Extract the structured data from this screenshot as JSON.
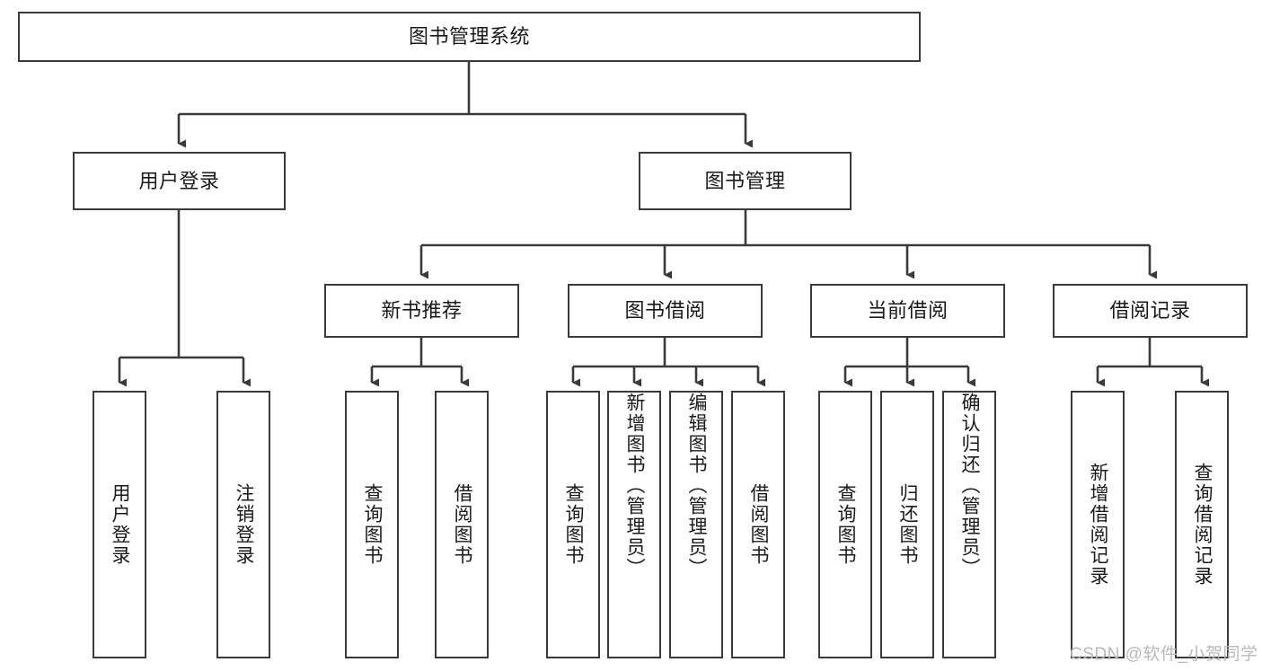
{
  "diagram": {
    "title": "图书管理系统",
    "watermark": "CSDN @软件_小贺同学",
    "colors": {
      "stroke": "#3a3a3a",
      "fill": "#ffffff",
      "text": "#1a1a1a",
      "watermark": "#b9b9b9"
    },
    "levels": {
      "root": {
        "label": "图书管理系统"
      },
      "level1": [
        {
          "label": "用户登录"
        },
        {
          "label": "图书管理"
        }
      ],
      "level2": [
        {
          "label": "新书推荐"
        },
        {
          "label": "图书借阅"
        },
        {
          "label": "当前借阅"
        },
        {
          "label": "借阅记录"
        }
      ],
      "leaves": {
        "user_login": [
          {
            "label": "用户登录"
          },
          {
            "label": "注销登录"
          }
        ],
        "new_book": [
          {
            "label": "查询图书"
          },
          {
            "label": "借阅图书"
          }
        ],
        "book_borrow": [
          {
            "label": "查询图书"
          },
          {
            "label": "新增图书（管理员）"
          },
          {
            "label": "编辑图书（管理员）"
          },
          {
            "label": "借阅图书"
          }
        ],
        "current_borrow": [
          {
            "label": "查询图书"
          },
          {
            "label": "归还图书"
          },
          {
            "label": "确认归还（管理员）"
          }
        ],
        "borrow_record": [
          {
            "label": "新增借阅记录"
          },
          {
            "label": "查询借阅记录"
          }
        ]
      }
    }
  }
}
